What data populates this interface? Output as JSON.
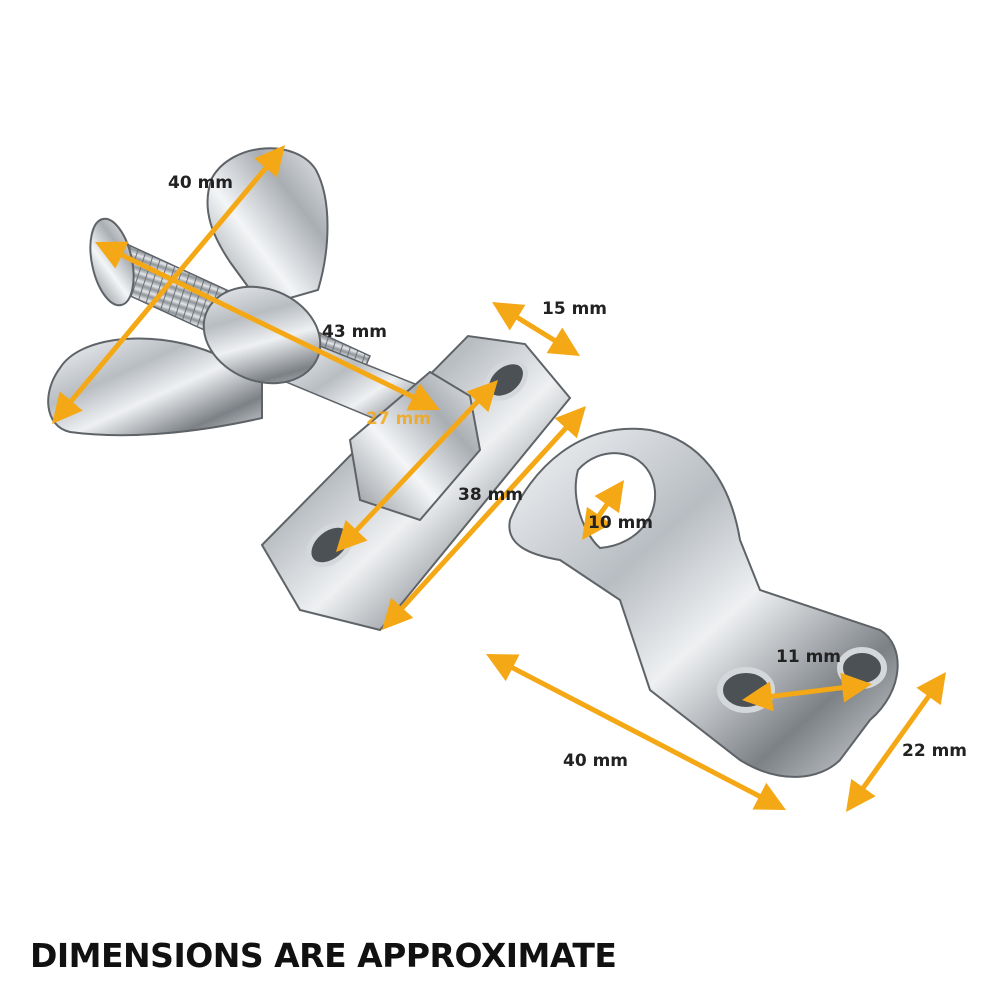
{
  "colors": {
    "arrow": "#F5A816",
    "text": "#222222",
    "metal_light": "#F2F4F6",
    "metal_dark": "#6E7378"
  },
  "dimensions": [
    {
      "id": "wing-width",
      "label": "40 mm"
    },
    {
      "id": "bolt-length",
      "label": "43 mm"
    },
    {
      "id": "base-thickness",
      "label": "15 mm"
    },
    {
      "id": "base-diagonal",
      "label": "27 mm"
    },
    {
      "id": "base-length",
      "label": "38 mm"
    },
    {
      "id": "hook-opening",
      "label": "10 mm"
    },
    {
      "id": "hole-spacing",
      "label": "11 mm"
    },
    {
      "id": "plate-length",
      "label": "40 mm"
    },
    {
      "id": "plate-width",
      "label": "22 mm"
    }
  ],
  "caption": "DIMENSIONS ARE APPROXIMATE"
}
